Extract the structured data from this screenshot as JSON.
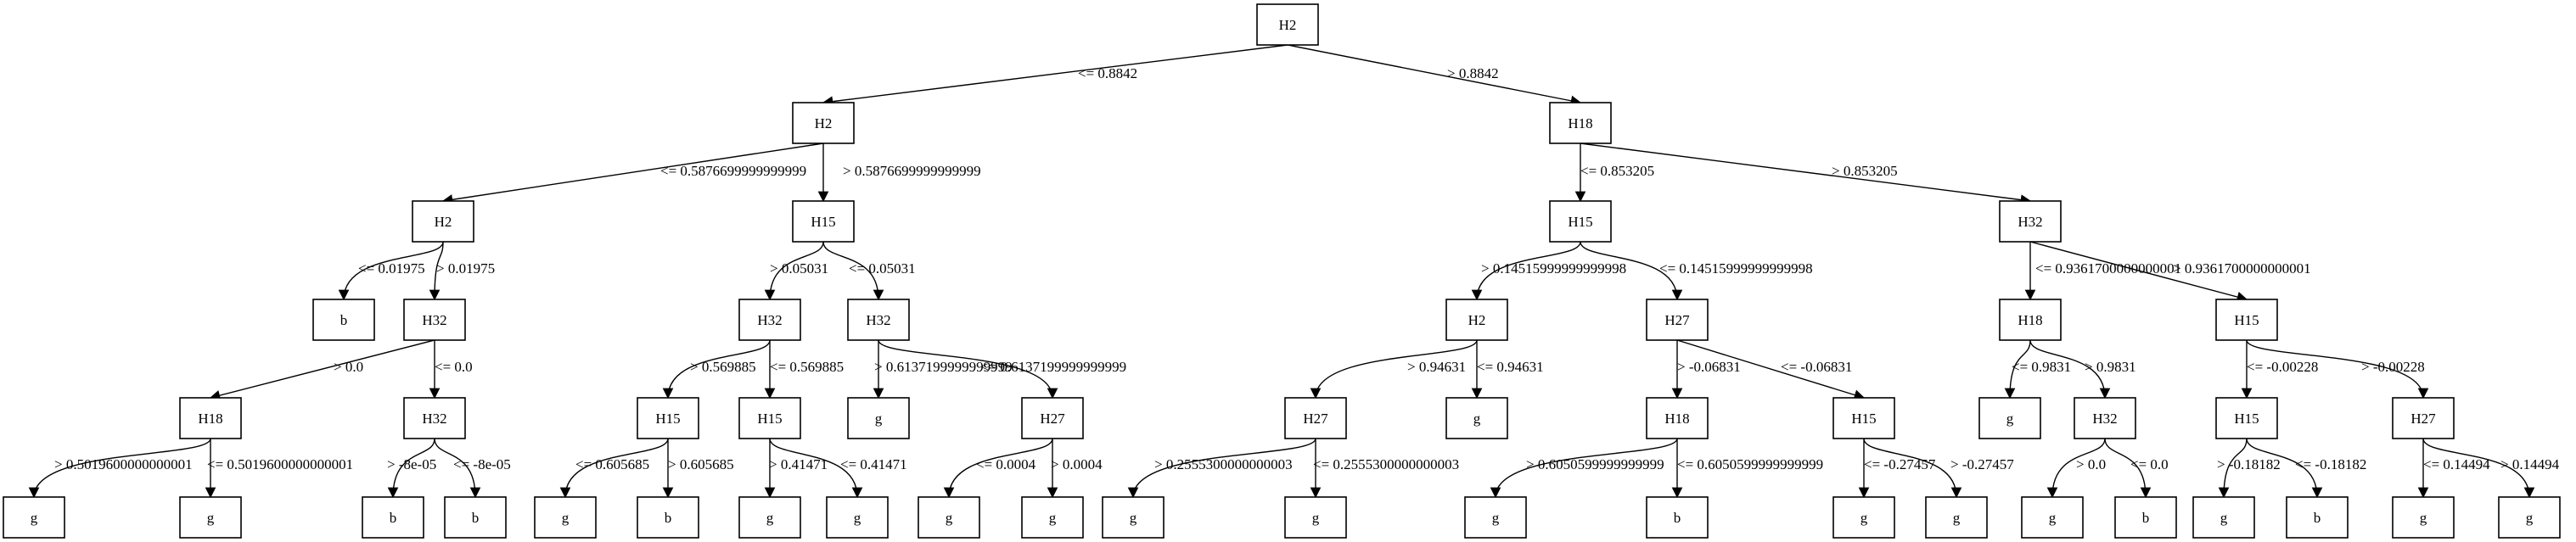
{
  "title": "",
  "nodes": [
    {
      "id": "n0",
      "label": "H2"
    },
    {
      "id": "n1",
      "label": "H2"
    },
    {
      "id": "n2",
      "label": "H18"
    },
    {
      "id": "n3",
      "label": "H2"
    },
    {
      "id": "n4",
      "label": "H15"
    },
    {
      "id": "n5",
      "label": "H15"
    },
    {
      "id": "n6",
      "label": "H32"
    },
    {
      "id": "n7",
      "label": "b"
    },
    {
      "id": "n8",
      "label": "H32"
    },
    {
      "id": "n9",
      "label": "H32"
    },
    {
      "id": "n10",
      "label": "H32"
    },
    {
      "id": "n11",
      "label": "H2"
    },
    {
      "id": "n12",
      "label": "H27"
    },
    {
      "id": "n13",
      "label": "H18"
    },
    {
      "id": "n14",
      "label": "H15"
    },
    {
      "id": "n15",
      "label": "H18"
    },
    {
      "id": "n16",
      "label": "H32"
    },
    {
      "id": "n17",
      "label": "H15"
    },
    {
      "id": "n18",
      "label": "H15"
    },
    {
      "id": "n19",
      "label": "g"
    },
    {
      "id": "n20",
      "label": "H27"
    },
    {
      "id": "n21",
      "label": "H27"
    },
    {
      "id": "n22",
      "label": "g"
    },
    {
      "id": "n23",
      "label": "H18"
    },
    {
      "id": "n24",
      "label": "H15"
    },
    {
      "id": "n25",
      "label": "g"
    },
    {
      "id": "n26",
      "label": "H32"
    },
    {
      "id": "n27",
      "label": "H15"
    },
    {
      "id": "n28",
      "label": "H27"
    },
    {
      "id": "n29",
      "label": "g"
    },
    {
      "id": "n30",
      "label": "g"
    },
    {
      "id": "n31",
      "label": "b"
    },
    {
      "id": "n32",
      "label": "b"
    },
    {
      "id": "n33",
      "label": "g"
    },
    {
      "id": "n34",
      "label": "b"
    },
    {
      "id": "n35",
      "label": "g"
    },
    {
      "id": "n36",
      "label": "g"
    },
    {
      "id": "n37",
      "label": "g"
    },
    {
      "id": "n38",
      "label": "g"
    },
    {
      "id": "n39",
      "label": "g"
    },
    {
      "id": "n40",
      "label": "g"
    },
    {
      "id": "n41",
      "label": "g"
    },
    {
      "id": "n42",
      "label": "b"
    },
    {
      "id": "n43",
      "label": "g"
    },
    {
      "id": "n44",
      "label": "g"
    },
    {
      "id": "n45",
      "label": "g"
    },
    {
      "id": "n46",
      "label": "b"
    },
    {
      "id": "n47",
      "label": "g"
    },
    {
      "id": "n48",
      "label": "b"
    },
    {
      "id": "n49",
      "label": "g"
    },
    {
      "id": "n50",
      "label": "g"
    }
  ],
  "edges": [
    {
      "from": "n0",
      "to": "n1",
      "label": "<= 0.8842"
    },
    {
      "from": "n0",
      "to": "n2",
      "label": "> 0.8842"
    },
    {
      "from": "n1",
      "to": "n3",
      "label": "<= 0.5876699999999999"
    },
    {
      "from": "n1",
      "to": "n4",
      "label": "> 0.5876699999999999"
    },
    {
      "from": "n2",
      "to": "n5",
      "label": "<= 0.853205"
    },
    {
      "from": "n2",
      "to": "n6",
      "label": "> 0.853205"
    },
    {
      "from": "n3",
      "to": "n7",
      "label": "<= 0.01975"
    },
    {
      "from": "n3",
      "to": "n8",
      "label": "> 0.01975"
    },
    {
      "from": "n4",
      "to": "n9",
      "label": "> 0.05031"
    },
    {
      "from": "n4",
      "to": "n10",
      "label": "<= 0.05031"
    },
    {
      "from": "n5",
      "to": "n11",
      "label": "> 0.14515999999999998"
    },
    {
      "from": "n5",
      "to": "n12",
      "label": "<= 0.14515999999999998"
    },
    {
      "from": "n6",
      "to": "n15",
      "label": "<= 0.9361700000000001"
    },
    {
      "from": "n6",
      "to": "n18",
      "label": "> 0.9361700000000001"
    },
    {
      "from": "n8",
      "to": "n13",
      "label": "> 0.0"
    },
    {
      "from": "n8",
      "to": "n16",
      "label": "<= 0.0"
    },
    {
      "from": "n9",
      "to": "n14",
      "label": "> 0.569885"
    },
    {
      "from": "n9",
      "to": "n17",
      "label": "<= 0.569885"
    },
    {
      "from": "n10",
      "to": "n19",
      "label": "> 0.6137199999999999"
    },
    {
      "from": "n10",
      "to": "n20",
      "label": "<= 0.6137199999999999"
    },
    {
      "from": "n11",
      "to": "n21",
      "label": "> 0.94631"
    },
    {
      "from": "n11",
      "to": "n22",
      "label": "<= 0.94631"
    },
    {
      "from": "n12",
      "to": "n23",
      "label": "> -0.06831"
    },
    {
      "from": "n12",
      "to": "n24",
      "label": "<= -0.06831"
    },
    {
      "from": "n15",
      "to": "n25",
      "label": "<= 0.9831"
    },
    {
      "from": "n15",
      "to": "n26",
      "label": "> 0.9831"
    },
    {
      "from": "n18",
      "to": "n27",
      "label": "<= -0.00228"
    },
    {
      "from": "n18",
      "to": "n28",
      "label": "> -0.00228"
    },
    {
      "from": "n13",
      "to": "n29",
      "label": "> 0.5019600000000001"
    },
    {
      "from": "n13",
      "to": "n30",
      "label": "<= 0.5019600000000001"
    },
    {
      "from": "n16",
      "to": "n31",
      "label": "> -8e-05"
    },
    {
      "from": "n16",
      "to": "n32",
      "label": "<= -8e-05"
    },
    {
      "from": "n14",
      "to": "n33",
      "label": "<= 0.605685"
    },
    {
      "from": "n14",
      "to": "n34",
      "label": "> 0.605685"
    },
    {
      "from": "n17",
      "to": "n35",
      "label": "> 0.41471"
    },
    {
      "from": "n17",
      "to": "n36",
      "label": "<= 0.41471"
    },
    {
      "from": "n20",
      "to": "n37",
      "label": "<= 0.0004"
    },
    {
      "from": "n20",
      "to": "n38",
      "label": "> 0.0004"
    },
    {
      "from": "n21",
      "to": "n39",
      "label": "> 0.2555300000000003"
    },
    {
      "from": "n21",
      "to": "n40",
      "label": "<= 0.2555300000000003"
    },
    {
      "from": "n23",
      "to": "n41",
      "label": "> 0.6050599999999999"
    },
    {
      "from": "n23",
      "to": "n42",
      "label": "<= 0.6050599999999999"
    },
    {
      "from": "n24",
      "to": "n43",
      "label": "<= -0.27457"
    },
    {
      "from": "n24",
      "to": "n44",
      "label": "> -0.27457"
    },
    {
      "from": "n26",
      "to": "n45",
      "label": "> 0.0"
    },
    {
      "from": "n26",
      "to": "n46",
      "label": "<= 0.0"
    },
    {
      "from": "n27",
      "to": "n47",
      "label": "> -0.18182"
    },
    {
      "from": "n27",
      "to": "n48",
      "label": "<= -0.18182"
    },
    {
      "from": "n28",
      "to": "n49",
      "label": "<= 0.14494"
    },
    {
      "from": "n28",
      "to": "n50",
      "label": "> 0.14494"
    }
  ]
}
